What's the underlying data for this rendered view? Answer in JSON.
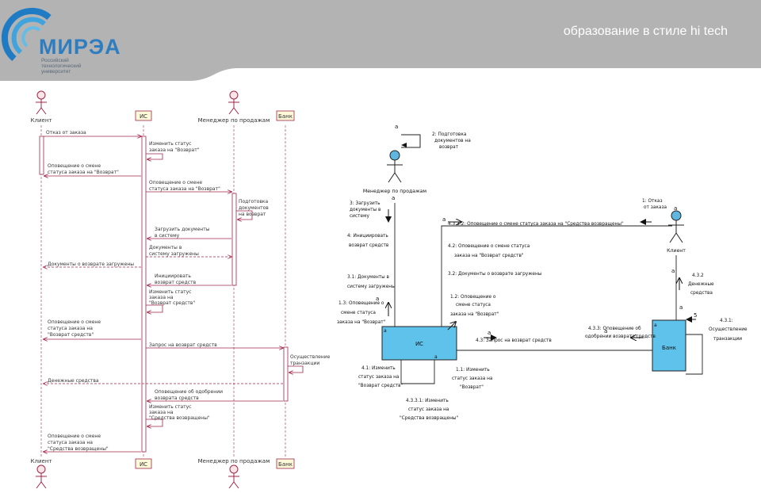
{
  "header": {
    "tagline": "образование в стиле hi tech",
    "logo_word": "МИРЭА",
    "logo_sub": [
      "Российский",
      "технологический",
      "университет"
    ]
  },
  "sequence": {
    "participants": {
      "client": "Клиент",
      "is": "ИС",
      "manager": "Менеджер по продажам",
      "bank": "Банк"
    },
    "messages": {
      "m1": "Отказ от заказа",
      "m2": [
        "Изменить статус",
        "заказа на \"Возврат\""
      ],
      "m3": [
        "Оповещение о смене",
        "статуса заказа на \"Возврат\""
      ],
      "m4": [
        "Оповещение о смене",
        "статуса заказа на \"Возврат\""
      ],
      "m5": [
        "Подготовка",
        "документов",
        "на возврат"
      ],
      "m6": [
        "Загрузить документы",
        "в систему"
      ],
      "m7": [
        "Документы в",
        "систему загружены"
      ],
      "m8": "Документы о возврате загружены",
      "m9": [
        "Инициировать",
        "возврат средств"
      ],
      "m10": [
        "Изменить статус",
        "заказа на",
        "\"Возврат средств\""
      ],
      "m11": [
        "Оповещение о смене",
        "статуса заказа на",
        "\"Возврат средств\""
      ],
      "m12": "Запрос на возврат средств",
      "m13": [
        "Осуществление",
        "транзакции"
      ],
      "m14": "Денежные средства",
      "m15": [
        "Оповещение об одобрении",
        "возврата средств"
      ],
      "m16": [
        "Изменить статус",
        "заказа на",
        "\"Средства возвращены\""
      ],
      "m17": [
        "Оповещение о смене",
        "статуса заказа на",
        "\"Средства возвращены\""
      ]
    }
  },
  "communication": {
    "objects": {
      "manager": "Менеджер по продажам",
      "client": "Клиент",
      "is": "ИС",
      "bank": "Банк"
    },
    "corner_marks": {
      "a": "a",
      "five": "5"
    },
    "messages": {
      "c2": [
        "2: Подготовка",
        "документов на",
        "возврат"
      ],
      "c1": [
        "1: Отказ",
        "от заказа"
      ],
      "c3": [
        "3: Загрузить",
        "документы в",
        "систему"
      ],
      "c4332": "4.3.3.2: Оповещение о смене статуса заказа на \"Средства возвращены\"",
      "c4": [
        "4: Инициировать",
        "возврат средств"
      ],
      "c42": [
        "4.2: Оповещение о смене статуса",
        "заказа на \"Возврат средств\""
      ],
      "c32": "3.2: Документы о возврате загружены",
      "c432": [
        "4.3.2",
        "Денежные",
        "средства"
      ],
      "c31": [
        "3.1: Документы в",
        "систему загружены"
      ],
      "c12": [
        "1.2: Оповещение о",
        "смене статуса",
        "заказа на \"Возврат\""
      ],
      "c13": [
        "1.3: Оповещение о",
        "смене статуса",
        "заказа на \"Возврат\""
      ],
      "c431": [
        "4.3.1:",
        "Осуществление",
        "транзакции"
      ],
      "c43": "4.3: Запрос на возврат средств",
      "c433": [
        "4.3.3: Оповещение об",
        "одобрении возврата средств"
      ],
      "c41": [
        "4.1: Изменить",
        "статус заказа на",
        "\"Возврат средств\""
      ],
      "c11": [
        "1.1: Изменить",
        "статус заказа на",
        "\"Возврат\""
      ],
      "c4331": [
        "4.3.3.1: Изменить",
        "статус заказа на",
        "\"Средства возвращены\""
      ]
    }
  }
}
